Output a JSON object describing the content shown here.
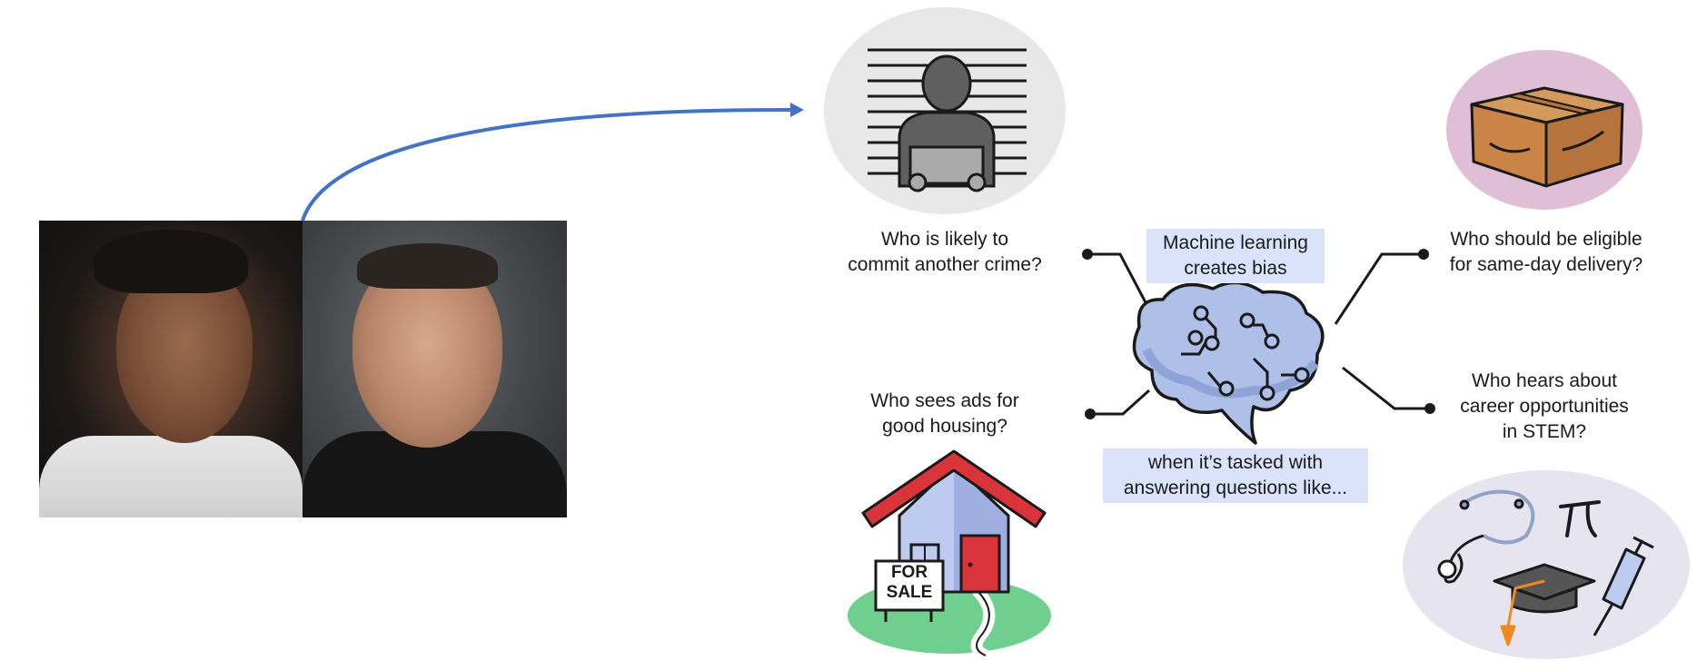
{
  "photos": {
    "left_alt": "Portrait of a young man with dreadlocks",
    "right_alt": "Portrait of a man with short hair"
  },
  "center": {
    "title_line1": "Machine learning",
    "title_line2": "creates bias",
    "subtitle_line1": "when it’s tasked with",
    "subtitle_line2": "answering questions like..."
  },
  "questions": {
    "crime_line1": "Who is likely to",
    "crime_line2": "commit another crime?",
    "housing_line1": "Who sees ads for",
    "housing_line2": "good housing?",
    "delivery_line1": "Who should be eligible",
    "delivery_line2": "for same-day delivery?",
    "stem_line1": "Who hears about",
    "stem_line2": "career opportunities",
    "stem_line3": "in STEM?"
  },
  "house_sign": {
    "line1": "FOR",
    "line2": "SALE"
  },
  "colors": {
    "arrow": "#4472c4",
    "highlight": "#dbe3fb",
    "crime_bg": "#e8e8e8",
    "delivery_bg": "#dfbfd6",
    "stem_bg": "#e6e4ef",
    "housing_grass": "#6fcf8e",
    "brain_fill": "#aebfe8"
  },
  "icons": [
    "arrow-icon",
    "mugshot-icon",
    "box-icon",
    "brain-icon",
    "house-icon",
    "stethoscope-icon",
    "pi-icon",
    "graduation-cap-icon",
    "syringe-icon"
  ]
}
